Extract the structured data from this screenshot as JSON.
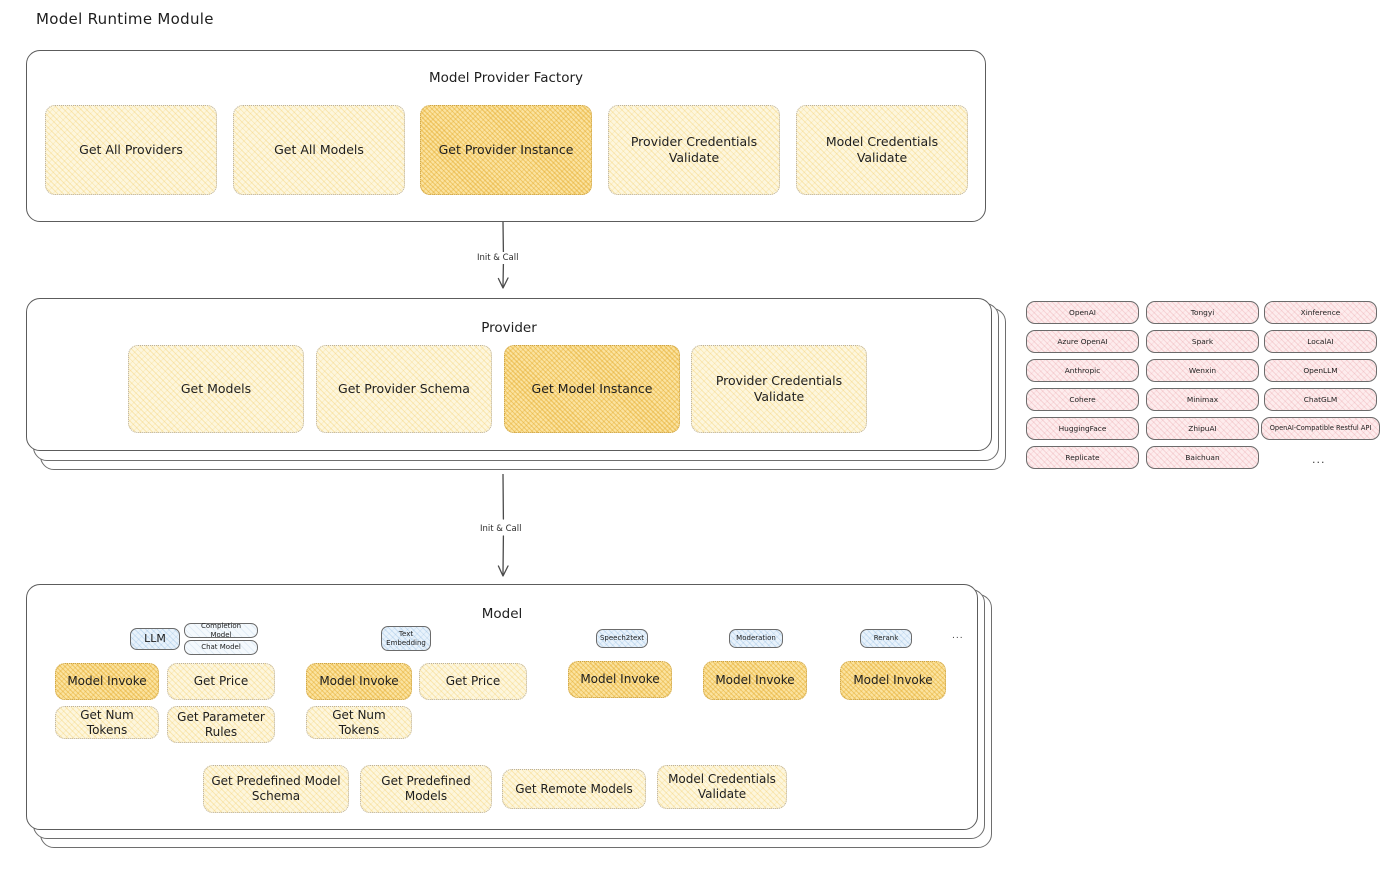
{
  "page": {
    "title": "Model Runtime Module"
  },
  "factory": {
    "title": "Model Provider Factory",
    "boxes": [
      {
        "label": "Get All Providers",
        "highlight": false
      },
      {
        "label": "Get All Models",
        "highlight": false
      },
      {
        "label": "Get Provider Instance",
        "highlight": true
      },
      {
        "label": "Provider Credentials Validate",
        "highlight": false
      },
      {
        "label": "Model Credentials Validate",
        "highlight": false
      }
    ]
  },
  "arrows": [
    {
      "label": "Init & Call"
    },
    {
      "label": "Init & Call"
    }
  ],
  "provider": {
    "title": "Provider",
    "boxes": [
      {
        "label": "Get Models",
        "highlight": false
      },
      {
        "label": "Get Provider Schema",
        "highlight": false
      },
      {
        "label": "Get Model Instance",
        "highlight": true
      },
      {
        "label": "Provider Credentials Validate",
        "highlight": false
      }
    ]
  },
  "provider_list": {
    "ellipsis": "...",
    "columns": [
      [
        "OpenAI",
        "Azure OpenAI",
        "Anthropic",
        "Cohere",
        "HuggingFace",
        "Replicate"
      ],
      [
        "Tongyi",
        "Spark",
        "Wenxin",
        "Minimax",
        "ZhipuAI",
        "Baichuan"
      ],
      [
        "Xinference",
        "LocalAI",
        "OpenLLM",
        "ChatGLM",
        "OpenAI-Compatible Restful API"
      ]
    ]
  },
  "model": {
    "title": "Model",
    "ellipsis": "...",
    "types": [
      {
        "badge": "LLM",
        "sub_badges": [
          "Completion Model",
          "Chat Model"
        ],
        "methods_row1": [
          {
            "label": "Model Invoke",
            "highlight": true
          },
          {
            "label": "Get Price",
            "highlight": false
          }
        ],
        "methods_row2": [
          {
            "label": "Get Num Tokens",
            "highlight": false
          },
          {
            "label": "Get Parameter Rules",
            "highlight": false
          }
        ]
      },
      {
        "badge": "Text Embedding",
        "sub_badges": [],
        "methods_row1": [
          {
            "label": "Model Invoke",
            "highlight": true
          },
          {
            "label": "Get Price",
            "highlight": false
          }
        ],
        "methods_row2": [
          {
            "label": "Get Num Tokens",
            "highlight": false
          }
        ]
      },
      {
        "badge": "Speech2text",
        "sub_badges": [],
        "methods_row1": [
          {
            "label": "Model Invoke",
            "highlight": true
          }
        ],
        "methods_row2": []
      },
      {
        "badge": "Moderation",
        "sub_badges": [],
        "methods_row1": [
          {
            "label": "Model Invoke",
            "highlight": true
          }
        ],
        "methods_row2": []
      },
      {
        "badge": "Rerank",
        "sub_badges": [],
        "methods_row1": [
          {
            "label": "Model Invoke",
            "highlight": true
          }
        ],
        "methods_row2": []
      }
    ],
    "common_methods": [
      {
        "label": "Get Predefined Model Schema"
      },
      {
        "label": "Get Predefined Models"
      },
      {
        "label": "Get Remote Models"
      },
      {
        "label": "Model Credentials Validate"
      }
    ]
  },
  "colors": {
    "box_fill": "#fdf6dd",
    "box_fill_highlight": "#fbe3a0",
    "provider_chip": "#fdeced",
    "badge": "#e8f2fb",
    "stroke": "#5c5c5c",
    "text": "#1e1e1e"
  }
}
